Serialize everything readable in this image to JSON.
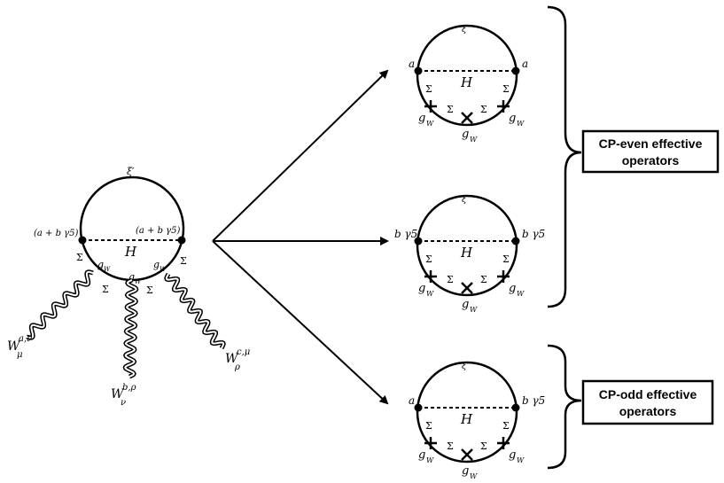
{
  "left": {
    "xi": "ξ′",
    "coupling_left": "(a + b γ5)",
    "coupling_right": "(a + b γ5)",
    "H": "H",
    "sigma": "Σ",
    "gw": "g",
    "gw_sub": "W",
    "w1": {
      "main": "W",
      "sup": "a,ν",
      "sub": "μ"
    },
    "w2": {
      "main": "W",
      "sup": "b,ρ",
      "sub": "ν"
    },
    "w3": {
      "main": "W",
      "sup": "c,μ",
      "sub": "ρ"
    }
  },
  "diagrams": [
    {
      "xi": "ξ′",
      "left": "a",
      "right": "a",
      "H": "H"
    },
    {
      "xi": "ξ′",
      "left": "b γ5",
      "right": "b γ5",
      "H": "H"
    },
    {
      "xi": "ξ′",
      "left": "a",
      "right": "b γ5",
      "H": "H"
    }
  ],
  "sigma": "Σ",
  "gw": "g",
  "gw_sub": "W",
  "boxes": {
    "even_line1": "CP-even effective",
    "even_line2": "operators",
    "odd_line1": "CP-odd effective",
    "odd_line2": "operators"
  }
}
